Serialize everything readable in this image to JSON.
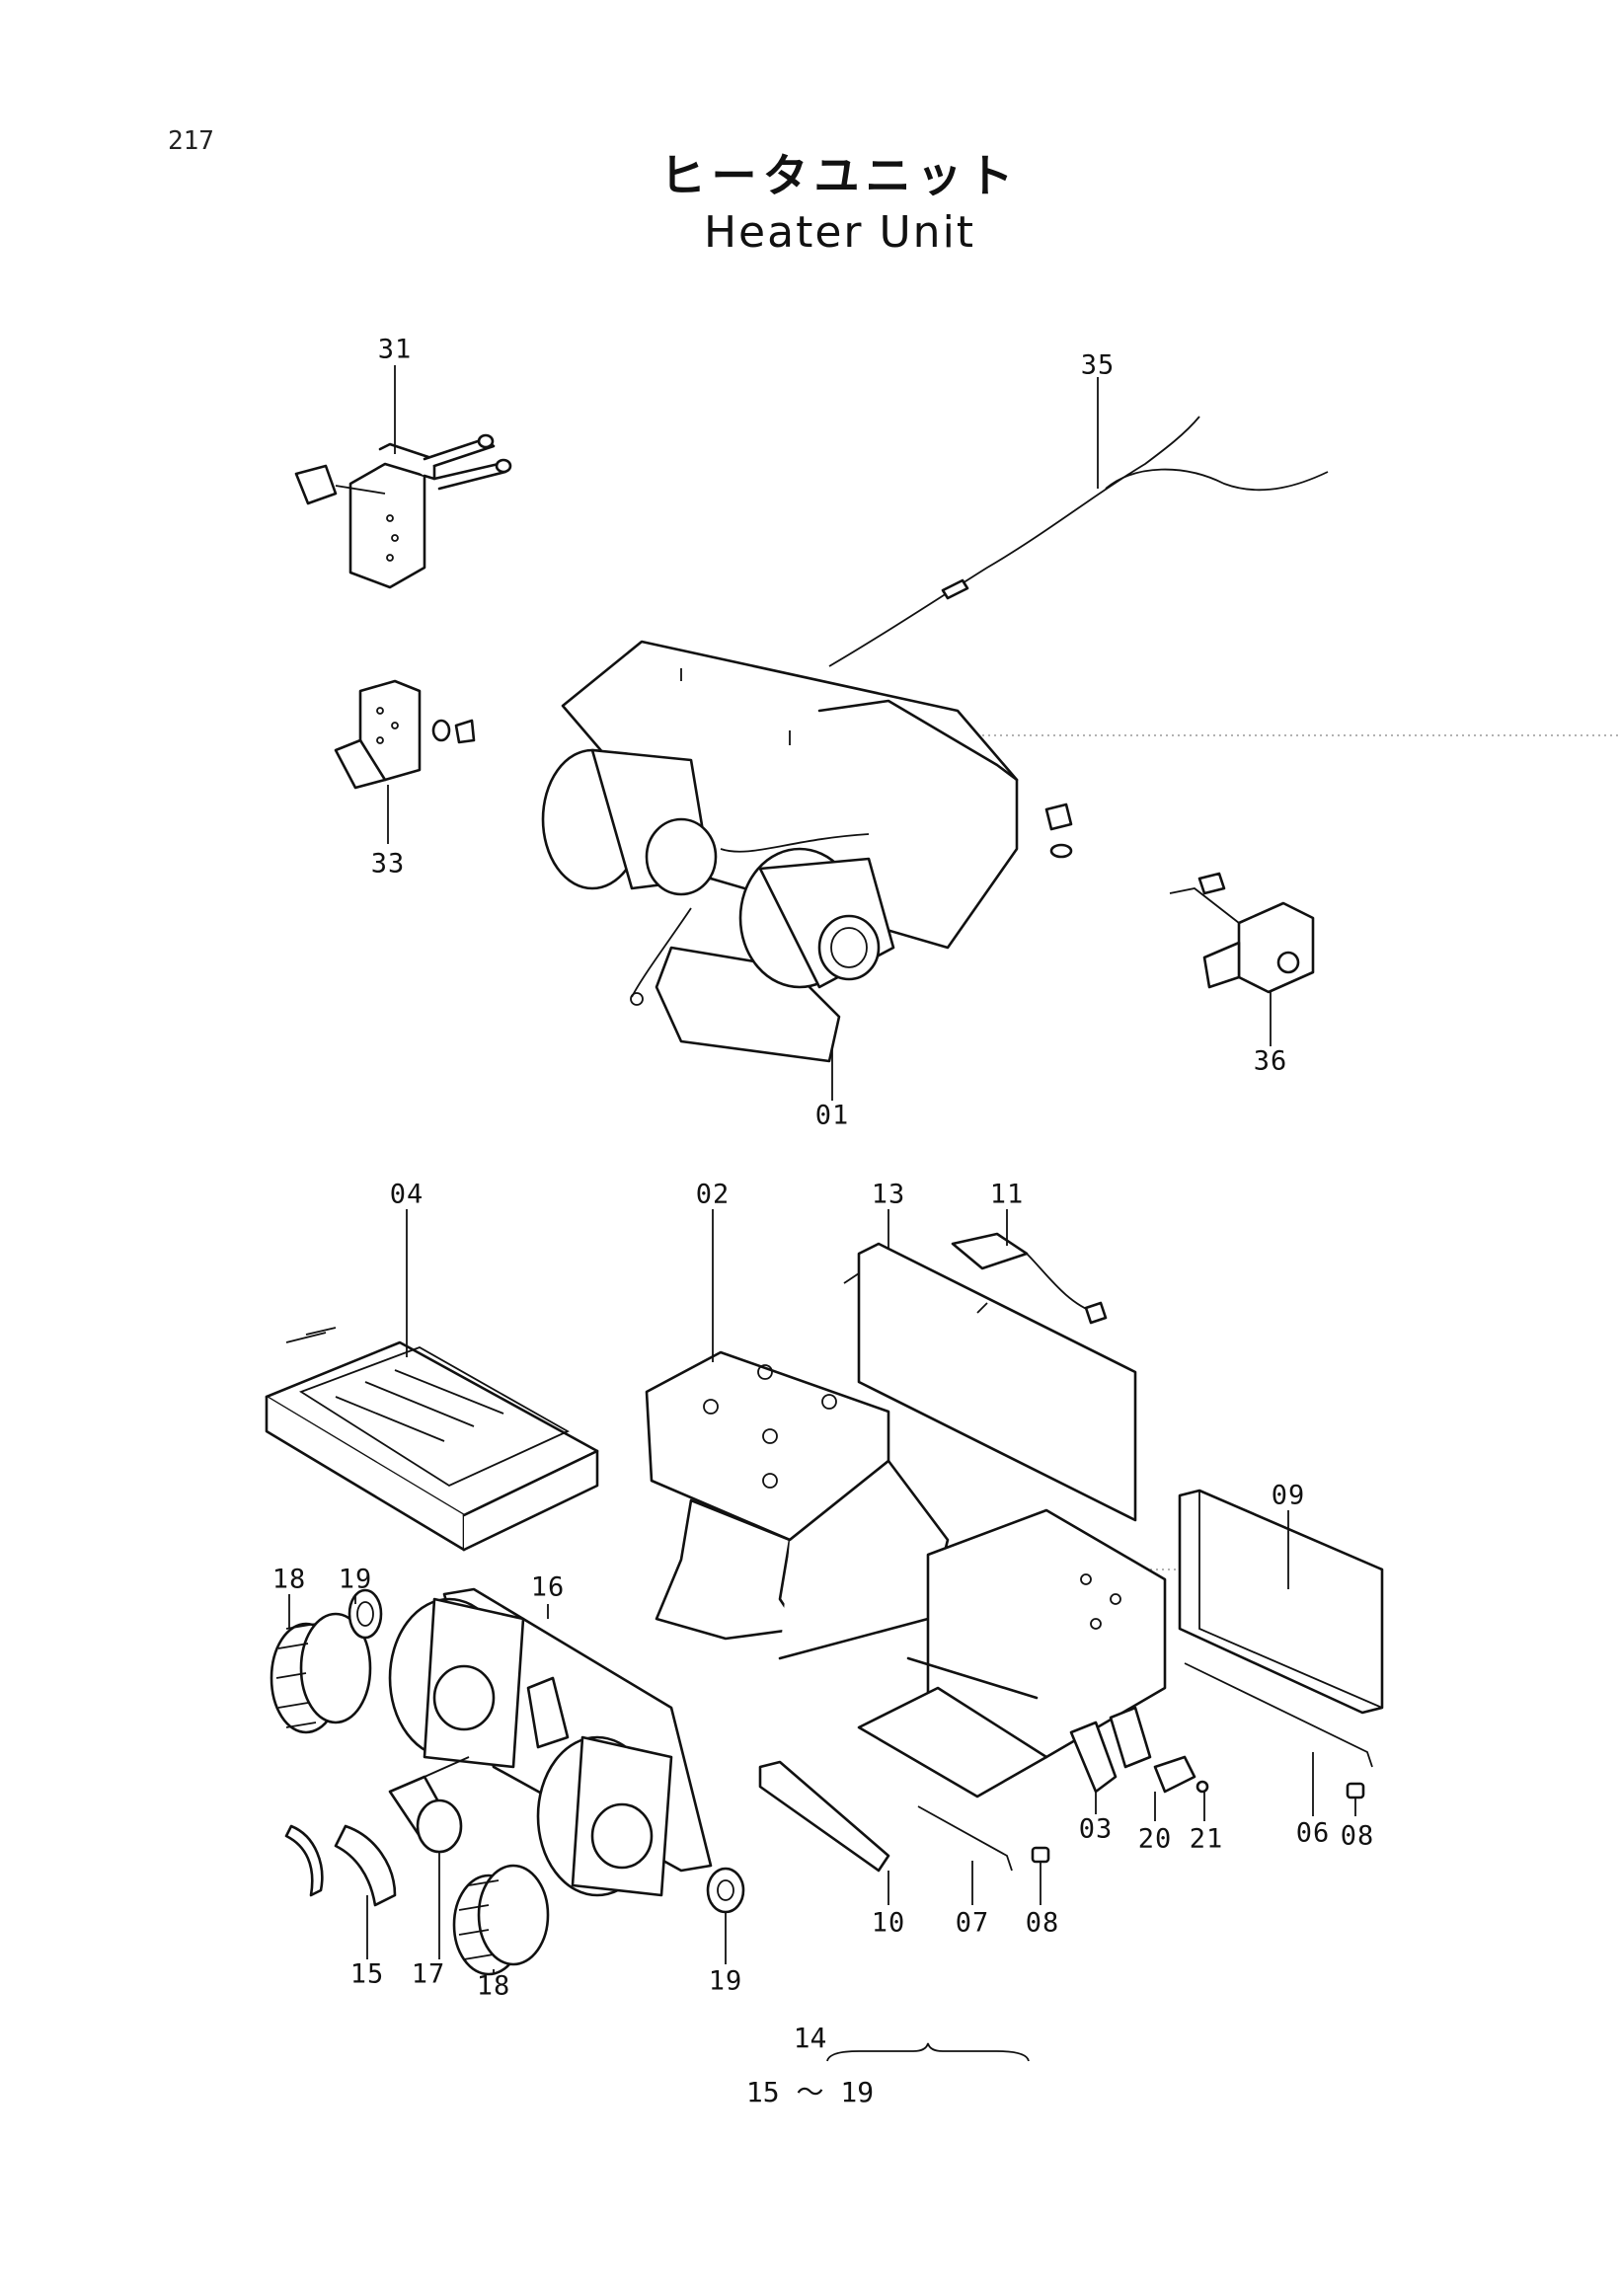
{
  "page_number": "217",
  "title_jp": "ヒータユニット",
  "title_en": "Heater Unit",
  "part_labels": [
    {
      "id": "31",
      "label": "31"
    },
    {
      "id": "35",
      "label": "35"
    },
    {
      "id": "33",
      "label": "33"
    },
    {
      "id": "36",
      "label": "36"
    },
    {
      "id": "01",
      "label": "01"
    },
    {
      "id": "04",
      "label": "04"
    },
    {
      "id": "02",
      "label": "02"
    },
    {
      "id": "13",
      "label": "13"
    },
    {
      "id": "11",
      "label": "11"
    },
    {
      "id": "09",
      "label": "09"
    },
    {
      "id": "18a",
      "label": "18"
    },
    {
      "id": "19a",
      "label": "19"
    },
    {
      "id": "16",
      "label": "16"
    },
    {
      "id": "03",
      "label": "03"
    },
    {
      "id": "20",
      "label": "20"
    },
    {
      "id": "21",
      "label": "21"
    },
    {
      "id": "06",
      "label": "06"
    },
    {
      "id": "08a",
      "label": "08"
    },
    {
      "id": "10",
      "label": "10"
    },
    {
      "id": "07",
      "label": "07"
    },
    {
      "id": "08b",
      "label": "08"
    },
    {
      "id": "15",
      "label": "15"
    },
    {
      "id": "17",
      "label": "17"
    },
    {
      "id": "18b",
      "label": "18"
    },
    {
      "id": "19b",
      "label": "19"
    }
  ],
  "group_note": {
    "top": "14",
    "bottom": "15 ～ 19"
  }
}
